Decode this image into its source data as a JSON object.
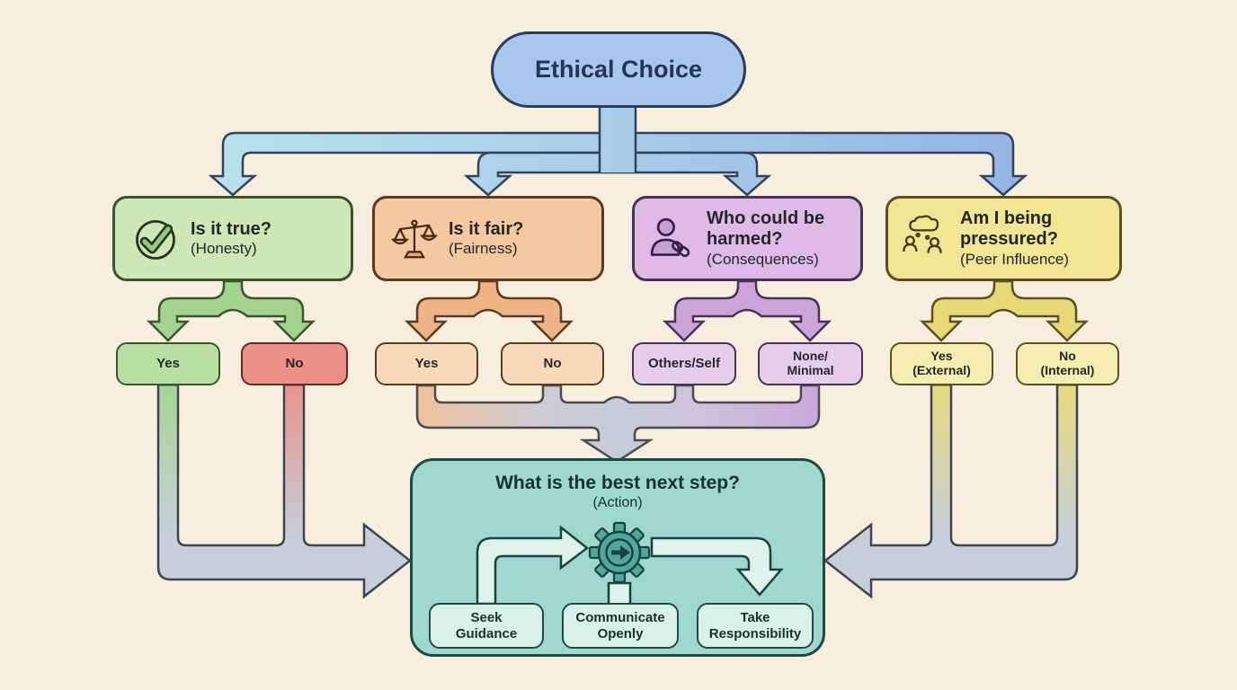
{
  "diagram": {
    "root": {
      "label": "Ethical Choice"
    },
    "criteria": [
      {
        "question": "Is it true?",
        "category": "(Honesty)",
        "icon": "check-circle-icon",
        "answers": [
          {
            "line1": "Yes"
          },
          {
            "line1": "No"
          }
        ]
      },
      {
        "question": "Is it fair?",
        "category": "(Fairness)",
        "icon": "balance-scales-icon",
        "answers": [
          {
            "line1": "Yes"
          },
          {
            "line1": "No"
          }
        ]
      },
      {
        "question": "Who could be harmed?",
        "category": "(Consequences)",
        "icon": "person-chain-icon",
        "answers": [
          {
            "line1": "Others/Self"
          },
          {
            "line1": "None/",
            "line2": "Minimal"
          }
        ]
      },
      {
        "question": "Am I being pressured?",
        "category": "(Peer Influence)",
        "icon": "peer-pressure-icon",
        "answers": [
          {
            "line1": "Yes",
            "line2": "(External)"
          },
          {
            "line1": "No",
            "line2": "(Internal)"
          }
        ]
      }
    ],
    "action": {
      "title": "What is the best next step?",
      "subtitle": "(Action)",
      "icon": "gear-arrow-icon",
      "steps": [
        {
          "line1": "Seek",
          "line2": "Guidance"
        },
        {
          "line1": "Communicate",
          "line2": "Openly"
        },
        {
          "line1": "Take",
          "line2": "Responsibility"
        }
      ]
    },
    "colors": {
      "background": "#f8eedd",
      "root_fill": "#a9c6ec",
      "branch_green": "#cde8b4",
      "branch_orange": "#f5c9a0",
      "branch_purple": "#dfbae6",
      "branch_yellow": "#f2e593",
      "answer_yes_green": "#b7e0a2",
      "answer_no_red": "#ee8f88",
      "action_teal": "#9fd8cd",
      "action_step_fill": "#d9f1e9",
      "arrow_blue": "#a9cbe8",
      "arrow_grey": "#c6cfda"
    }
  }
}
